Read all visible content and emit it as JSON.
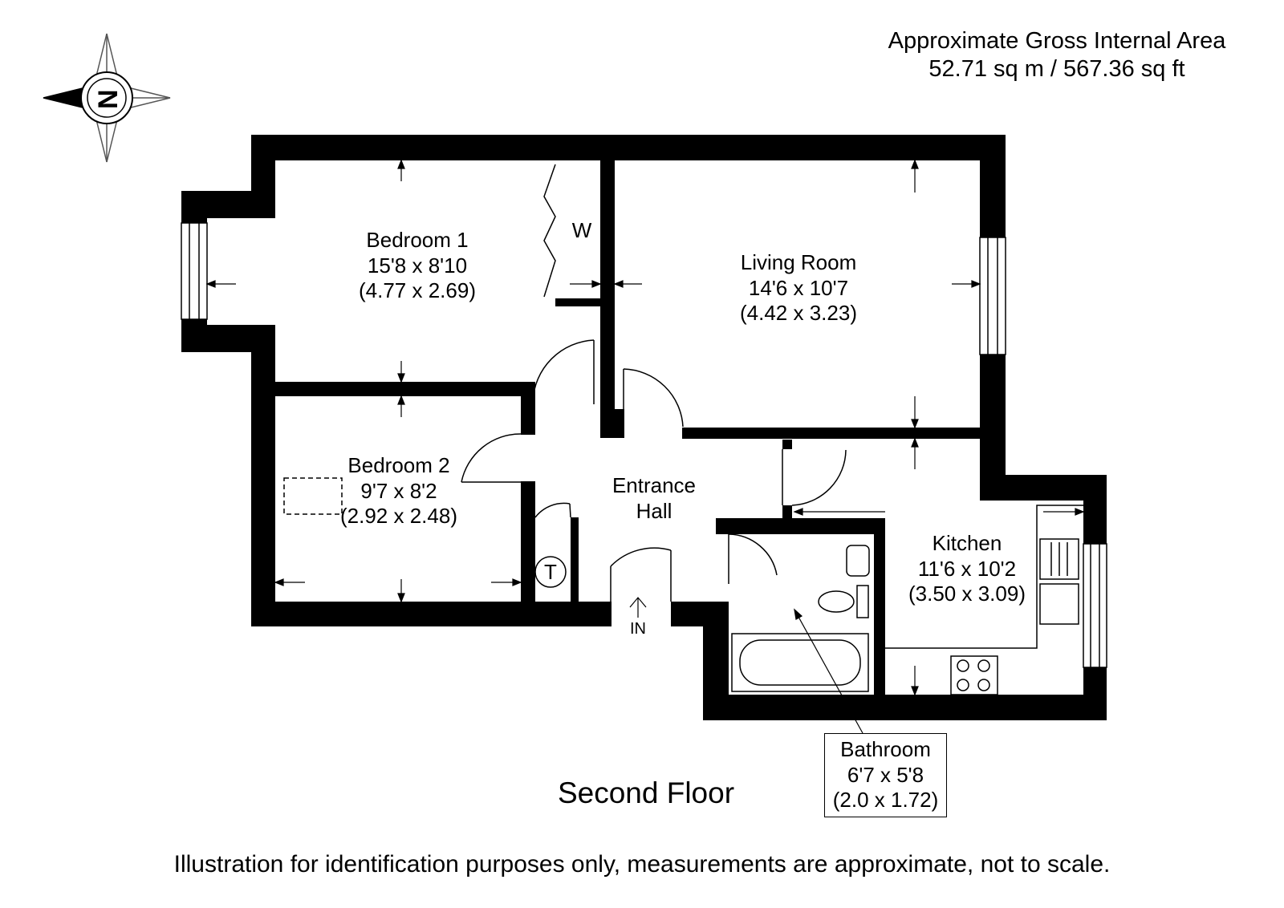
{
  "area": {
    "title": "Approximate Gross Internal Area",
    "value": "52.71 sq m / 567.36 sq ft"
  },
  "compass": {
    "letter": "N",
    "icon": "compass-rose-icon"
  },
  "rooms": {
    "bedroom1": {
      "name": "Bedroom 1",
      "imperial": "15'8 x 8'10",
      "metric": "(4.77 x 2.69)"
    },
    "living": {
      "name": "Living Room",
      "imperial": "14'6 x 10'7",
      "metric": "(4.42 x 3.23)"
    },
    "bedroom2": {
      "name": "Bedroom 2",
      "imperial": "9'7 x 8'2",
      "metric": "(2.92 x 2.48)"
    },
    "hall": {
      "name": "Entrance",
      "name2": "Hall"
    },
    "kitchen": {
      "name": "Kitchen",
      "imperial": "11'6 x 10'2",
      "metric": "(3.50 x 3.09)"
    },
    "bathroom": {
      "name": "Bathroom",
      "imperial": "6'7 x 5'8",
      "metric": "(2.0 x 1.72)"
    }
  },
  "marks": {
    "wardrobe": "W",
    "tank": "T",
    "entry": "IN"
  },
  "floor": "Second Floor",
  "disclaimer": "Illustration for identification purposes only, measurements are approximate, not to scale.",
  "colors": {
    "wall": "#000000",
    "line": "#222222",
    "background": "#ffffff"
  }
}
